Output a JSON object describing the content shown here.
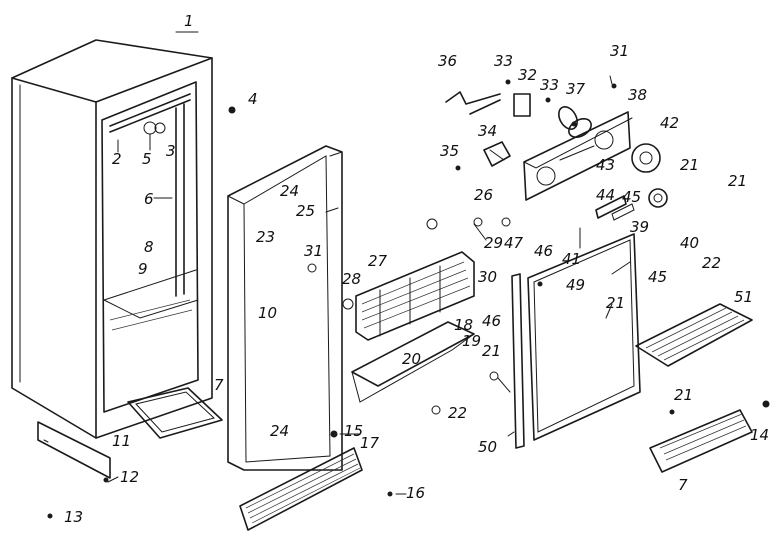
{
  "parts": {
    "p1": "1",
    "p2": "2",
    "p3": "3",
    "p4": "4",
    "p5": "5",
    "p6": "6",
    "p7a": "7",
    "p7b": "7",
    "p8": "8",
    "p9": "9",
    "p10": "10",
    "p11": "11",
    "p12": "12",
    "p13": "13",
    "p14": "14",
    "p15": "15",
    "p16": "16",
    "p17": "17",
    "p18": "18",
    "p19": "19",
    "p20": "20",
    "p21a": "21",
    "p21b": "21",
    "p21c": "21",
    "p21d": "21",
    "p21e": "21",
    "p22a": "22",
    "p22b": "22",
    "p23": "23",
    "p24a": "24",
    "p24b": "24",
    "p25": "25",
    "p26": "26",
    "p27": "27",
    "p28": "28",
    "p29": "29",
    "p30": "30",
    "p31a": "31",
    "p31b": "31",
    "p32": "32",
    "p33a": "33",
    "p33b": "33",
    "p34": "34",
    "p35": "35",
    "p36": "36",
    "p37": "37",
    "p38": "38",
    "p39": "39",
    "p40": "40",
    "p41": "41",
    "p42": "42",
    "p43": "43",
    "p44": "44",
    "p45a": "45",
    "p45b": "45",
    "p46a": "46",
    "p46b": "46",
    "p47": "47",
    "p49": "49",
    "p50": "50",
    "p51": "51"
  }
}
